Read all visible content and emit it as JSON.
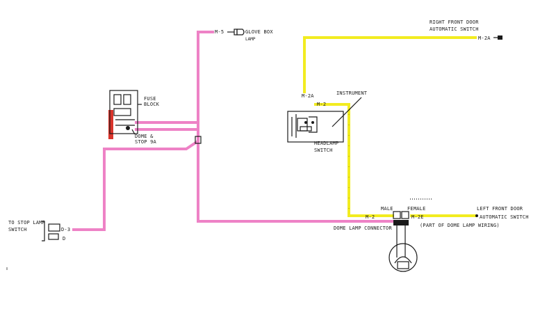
{
  "labels": {
    "glove_box_circuit": "M-5",
    "glove_box_lamp_1": "GLOVE BOX",
    "glove_box_lamp_2": "LAMP",
    "fuse_block_1": "FUSE",
    "fuse_block_2": "BLOCK",
    "fuse_dome_1": "DOME &",
    "fuse_dome_2": "STOP 9A",
    "right_door_1": "RIGHT FRONT DOOR",
    "right_door_2": "AUTOMATIC SWITCH",
    "right_door_circuit": "M-2A",
    "switch_circuit_a": "M-2A",
    "switch_circuit_b": "M-2",
    "instrument": "INSTRUMENT",
    "headlamp_1": "HEADLAMP",
    "headlamp_2": "SWITCH",
    "stop_switch_1": "TO STOP LAMP",
    "stop_switch_2": "SWITCH",
    "stop_circuit_1": "D-3",
    "stop_circuit_2": "D",
    "male": "MALE",
    "female": "FEMALE",
    "connector_circuit_left": "M-2",
    "connector_circuit_right": "M-2E",
    "dome_connector": "DOME LAMP CONNECTOR",
    "left_door_1": "LEFT FRONT DOOR",
    "left_door_2": "AUTOMATIC SWITCH",
    "left_door_3": "(PART OF DOME LAMP WIRING)"
  },
  "colors": {
    "pink_wire": "#ee82c6",
    "yellow_wire": "#f2ec20",
    "fuse_marker": "#d9342b"
  }
}
